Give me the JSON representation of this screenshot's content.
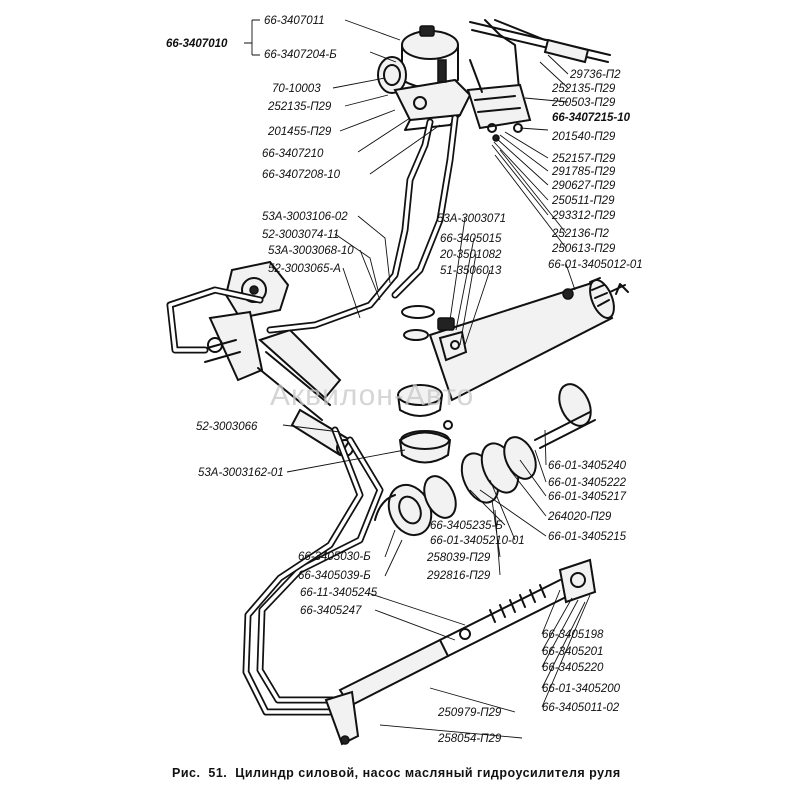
{
  "caption": "Рис.  51.  Цилиндр силовой, насос масляный гидроусилителя руля",
  "watermark": "Аквилон-Авто",
  "labels": {
    "g_left": "66-3407010",
    "g_a": "66-3407011",
    "g_b": "66-3407204-Б",
    "l1": "70-10003",
    "l2": "252135-П29",
    "l3": "201455-П29",
    "l4": "66-3407210",
    "l5": "66-3407208-10",
    "l6": "53А-3003106-02",
    "l7": "52-3003074-11",
    "l8": "53А-3003068-10",
    "l9": "52-3003065-А",
    "l10": "52-3003066",
    "l11": "53А-3003162-01",
    "l12": "66-3405030-Б",
    "l13": "66-3405039-Б",
    "l14": "66-11-3405245",
    "l15": "66-3405247",
    "l16": "250979-П29",
    "l17": "258054-П29",
    "c1": "53А-3003071",
    "c2": "66-3405015",
    "c3": "20-3501082",
    "c4": "51-3506013",
    "c5": "66-3405235-Б",
    "c6": "66-01-3405210-01",
    "c7": "258039-П29",
    "c8": "292816-П29",
    "r1": "29736-П2",
    "r2": "252135-П29",
    "r3": "250503-П29",
    "r4": "66-3407215-10",
    "r5": "201540-П29",
    "r6": "252157-П29",
    "r7": "291785-П29",
    "r8": "290627-П29",
    "r9": "250511-П29",
    "r10": "293312-П29",
    "r11": "252136-П2",
    "r12": "250613-П29",
    "r13": "66-01-3405012-01",
    "r14": "66-01-3405240",
    "r15": "66-01-3405222",
    "r16": "66-01-3405217",
    "r17": "264020-П29",
    "r18": "66-01-3405215",
    "r19": "66-3405198",
    "r20": "66-3405201",
    "r21": "66-3405220",
    "r22": "66-01-3405200",
    "r23": "66-3405011-02"
  }
}
